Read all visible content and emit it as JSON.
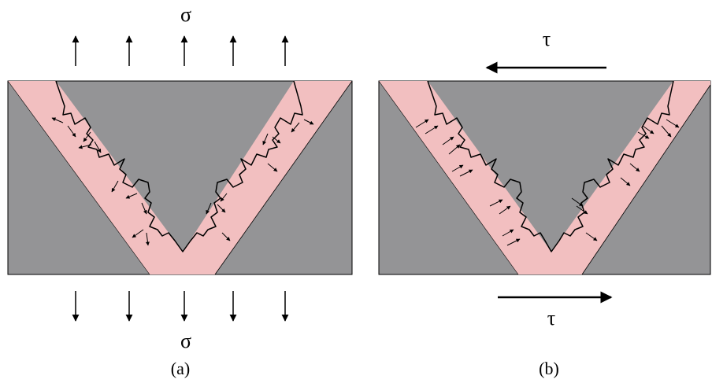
{
  "panel_a": {
    "caption": "(a)",
    "stress_top": "σ",
    "stress_bottom": "σ"
  },
  "panel_b": {
    "caption": "(b)",
    "stress_top": "τ",
    "stress_bottom": "τ"
  },
  "colors": {
    "solid": "#949496",
    "interlayer": "#f2bfc0",
    "outline": "#000000"
  }
}
